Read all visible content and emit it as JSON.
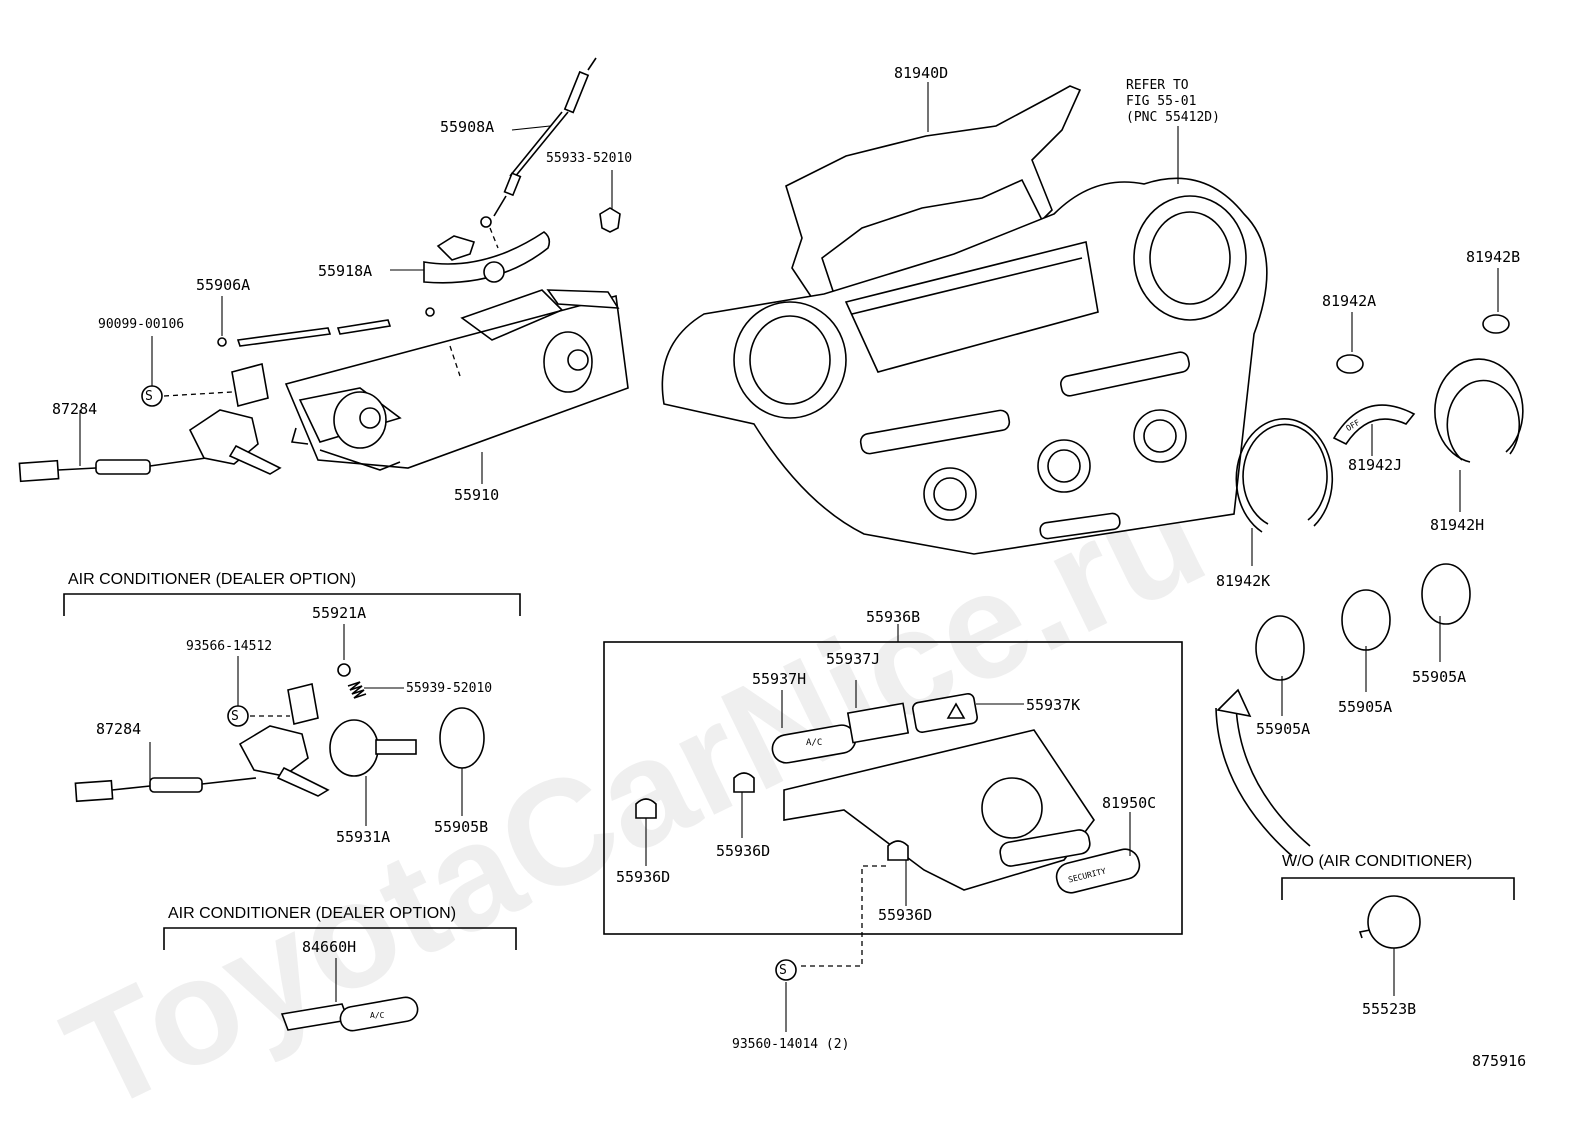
{
  "watermark": "ToyotaCarNice.ru",
  "labels": {
    "p55908A": "55908A",
    "p55933": "55933-52010",
    "p55918A": "55918A",
    "p55906A": "55906A",
    "p90099": "90099-00106",
    "p87284_top": "87284",
    "p55910": "55910",
    "p81940D": "81940D",
    "refer_1": "REFER TO",
    "refer_2": "FIG 55-01",
    "refer_3": "(PNC 55412D)",
    "p81942B": "81942B",
    "p81942A": "81942A",
    "p81942J": "81942J",
    "p81942H": "81942H",
    "p81942K": "81942K",
    "p55921A": "55921A",
    "p93566": "93566-14512",
    "p55939": "55939-52010",
    "p87284_mid": "87284",
    "p55931A": "55931A",
    "p55905B": "55905B",
    "p84660H": "84660H",
    "p55936B": "55936B",
    "p55937J": "55937J",
    "p55937H": "55937H",
    "p55937K": "55937K",
    "p81950C": "81950C",
    "p55936D_a": "55936D",
    "p55936D_b": "55936D",
    "p55936D_c": "55936D",
    "p93560": "93560-14014 (2)",
    "p55905A_a": "55905A",
    "p55905A_b": "55905A",
    "p55905A_c": "55905A",
    "p55523B": "55523B",
    "figure_no": "875916"
  },
  "sections": {
    "ac_dealer_1": "AIR CONDITIONER (DEALER OPTION)",
    "ac_dealer_2": "AIR CONDITIONER (DEALER OPTION)",
    "wo_ac": "W/O (AIR CONDITIONER)"
  },
  "markings": {
    "s_symbol": "S",
    "ac_button": "A/C",
    "security": "SECURITY",
    "off": "OFF"
  }
}
